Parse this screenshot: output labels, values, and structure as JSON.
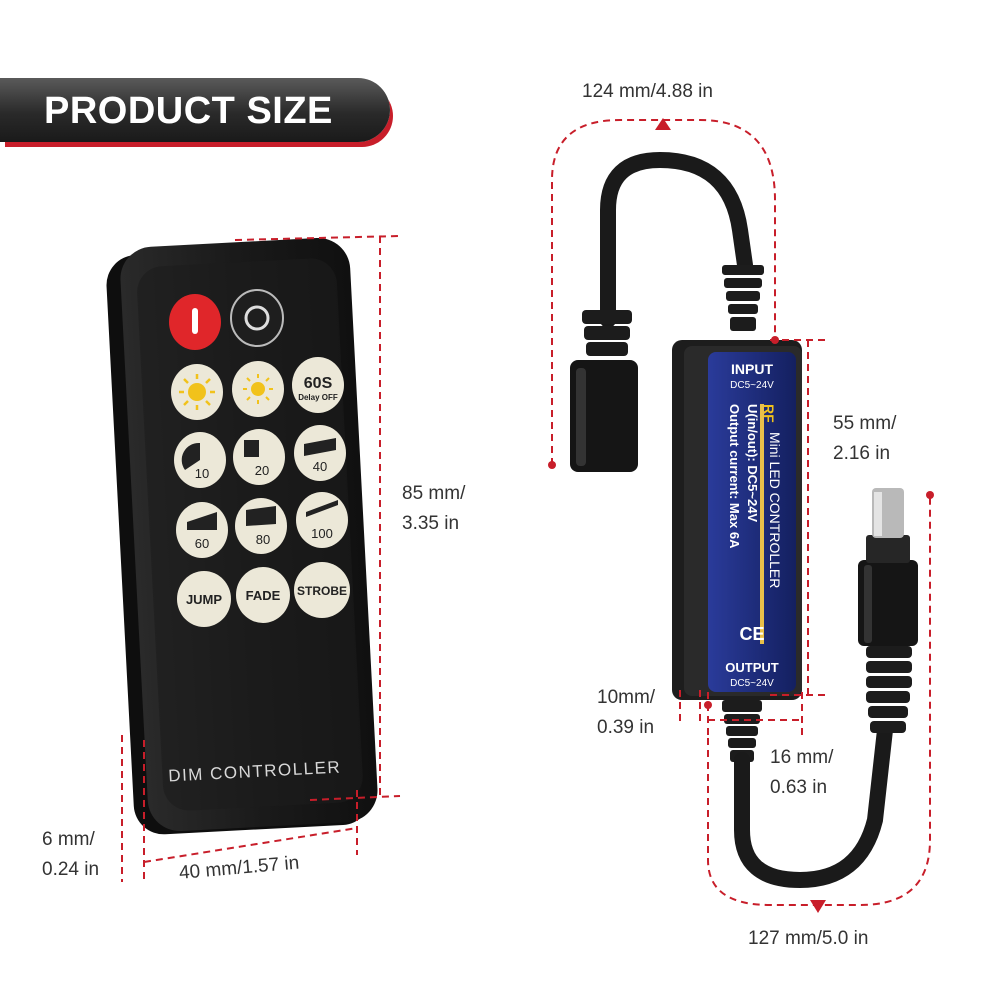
{
  "banner": {
    "title": "PRODUCT SIZE"
  },
  "remote": {
    "label": "DIM CONTROLLER",
    "buttons": {
      "timer_top": "60S",
      "timer_bottom": "Delay OFF",
      "b10": "10",
      "b20": "20",
      "b40": "40",
      "b60": "60",
      "b80": "80",
      "b100": "100",
      "jump": "JUMP",
      "fade": "FADE",
      "strobe": "STROBE"
    }
  },
  "dimensions": {
    "remote_height_1": "85 mm/",
    "remote_height_2": "3.35 in",
    "remote_depth_1": "6 mm/",
    "remote_depth_2": "0.24 in",
    "remote_width": "40 mm/1.57 in",
    "input_cable": "124 mm/4.88 in",
    "module_length_1": "55 mm/",
    "module_length_2": "2.16 in",
    "module_thickness_1": "10mm/",
    "module_thickness_2": "0.39 in",
    "module_width_1": "16 mm/",
    "module_width_2": "0.63 in",
    "output_cable": "127 mm/5.0 in"
  },
  "controller": {
    "input": "INPUT",
    "input_spec": "DC5~24V",
    "brand": "RF",
    "name": "Mini LED CONTROLLER",
    "spec_line_1": "U(in/out): DC5~24V",
    "spec_line_2": "Output current: Max 6A",
    "ce": "CE",
    "output": "OUTPUT",
    "output_spec": "DC5~24V"
  },
  "colors": {
    "accent": "#c81e2a",
    "dark": "#1e1e1e",
    "button_red": "#e0262a",
    "button_cream": "#ece8d8",
    "label_blue": "#1b2a78"
  }
}
